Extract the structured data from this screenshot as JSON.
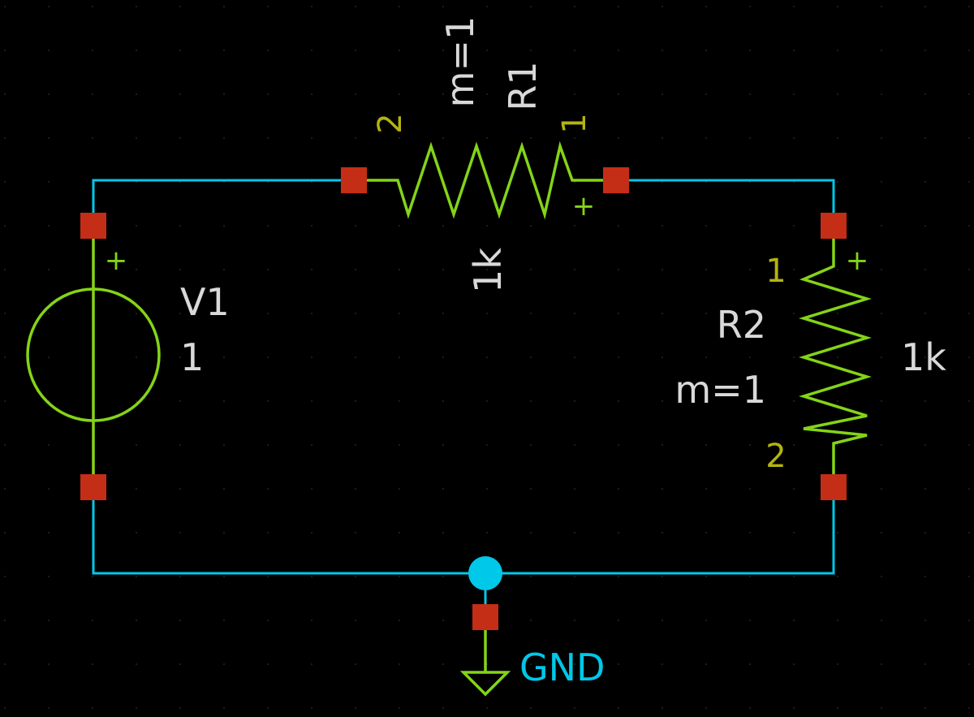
{
  "colors": {
    "background": "#000000",
    "wire": "#00c8e8",
    "component": "#84d417",
    "pin_marker": "#c42e16",
    "label_text": "#d9d9d9",
    "pin_number": "#b4b40f",
    "net_label": "#00c8e8"
  },
  "components": {
    "v1": {
      "reference": "V1",
      "value": "1",
      "plus": "+"
    },
    "r1": {
      "reference": "R1",
      "value": "1k",
      "multiplier": "m=1",
      "pin1": "1",
      "pin2": "2",
      "plus": "+"
    },
    "r2": {
      "reference": "R2",
      "value": "1k",
      "multiplier": "m=1",
      "pin1": "1",
      "pin2": "2",
      "plus": "+"
    }
  },
  "ground": {
    "net_name": "GND"
  }
}
